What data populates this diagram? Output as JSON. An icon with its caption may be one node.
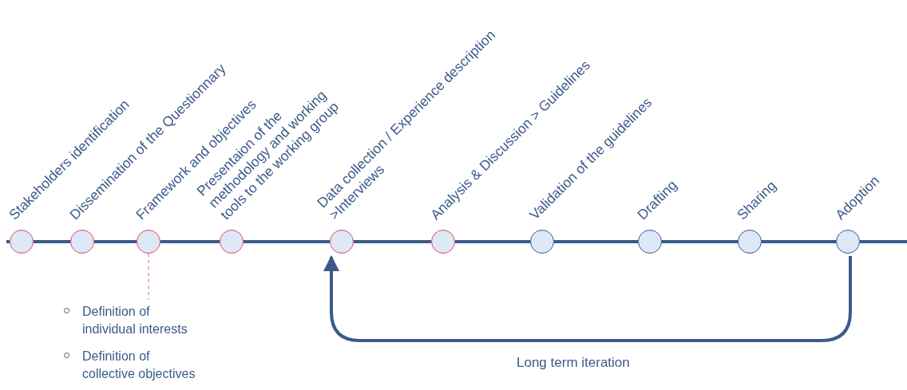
{
  "diagram": {
    "nodes": [
      {
        "text": [
          "Stakeholders identification"
        ]
      },
      {
        "text": [
          "Dissemination of the Questionnary"
        ]
      },
      {
        "text": [
          "Framework and objectives"
        ]
      },
      {
        "text": [
          "Presentaion of the methodology and working tools to the working group"
        ]
      },
      {
        "text": [
          "Data collection / Experience description >Interviews"
        ]
      },
      {
        "text": [
          "Analysis & Discussion > Guidelines"
        ]
      },
      {
        "text": [
          "Validation of the guidelines"
        ]
      },
      {
        "text": [
          "Drafting"
        ]
      },
      {
        "text": [
          "Sharing"
        ]
      },
      {
        "text": [
          "Adoption"
        ]
      },
      {
        "text": [
          "Definition of individual interests",
          "Definition of collective objectives"
        ]
      }
    ],
    "edges": [
      {
        "from": 0,
        "to": 1,
        "arrow": "none"
      },
      {
        "from": 1,
        "to": 2,
        "arrow": "none"
      },
      {
        "from": 2,
        "to": 3,
        "arrow": "none"
      },
      {
        "from": 3,
        "to": 4,
        "arrow": "none"
      },
      {
        "from": 4,
        "to": 5,
        "arrow": "none"
      },
      {
        "from": 5,
        "to": 6,
        "arrow": "none"
      },
      {
        "from": 6,
        "to": 7,
        "arrow": "none"
      },
      {
        "from": 7,
        "to": 8,
        "arrow": "none"
      },
      {
        "from": 8,
        "to": 9,
        "arrow": "none"
      },
      {
        "from": 2,
        "to": 10,
        "arrow": "none",
        "style": "dashed",
        "color": "#e08a95"
      },
      {
        "from": 9,
        "to": 4,
        "arrow": "to",
        "label": "Long term iteration"
      }
    ]
  }
}
